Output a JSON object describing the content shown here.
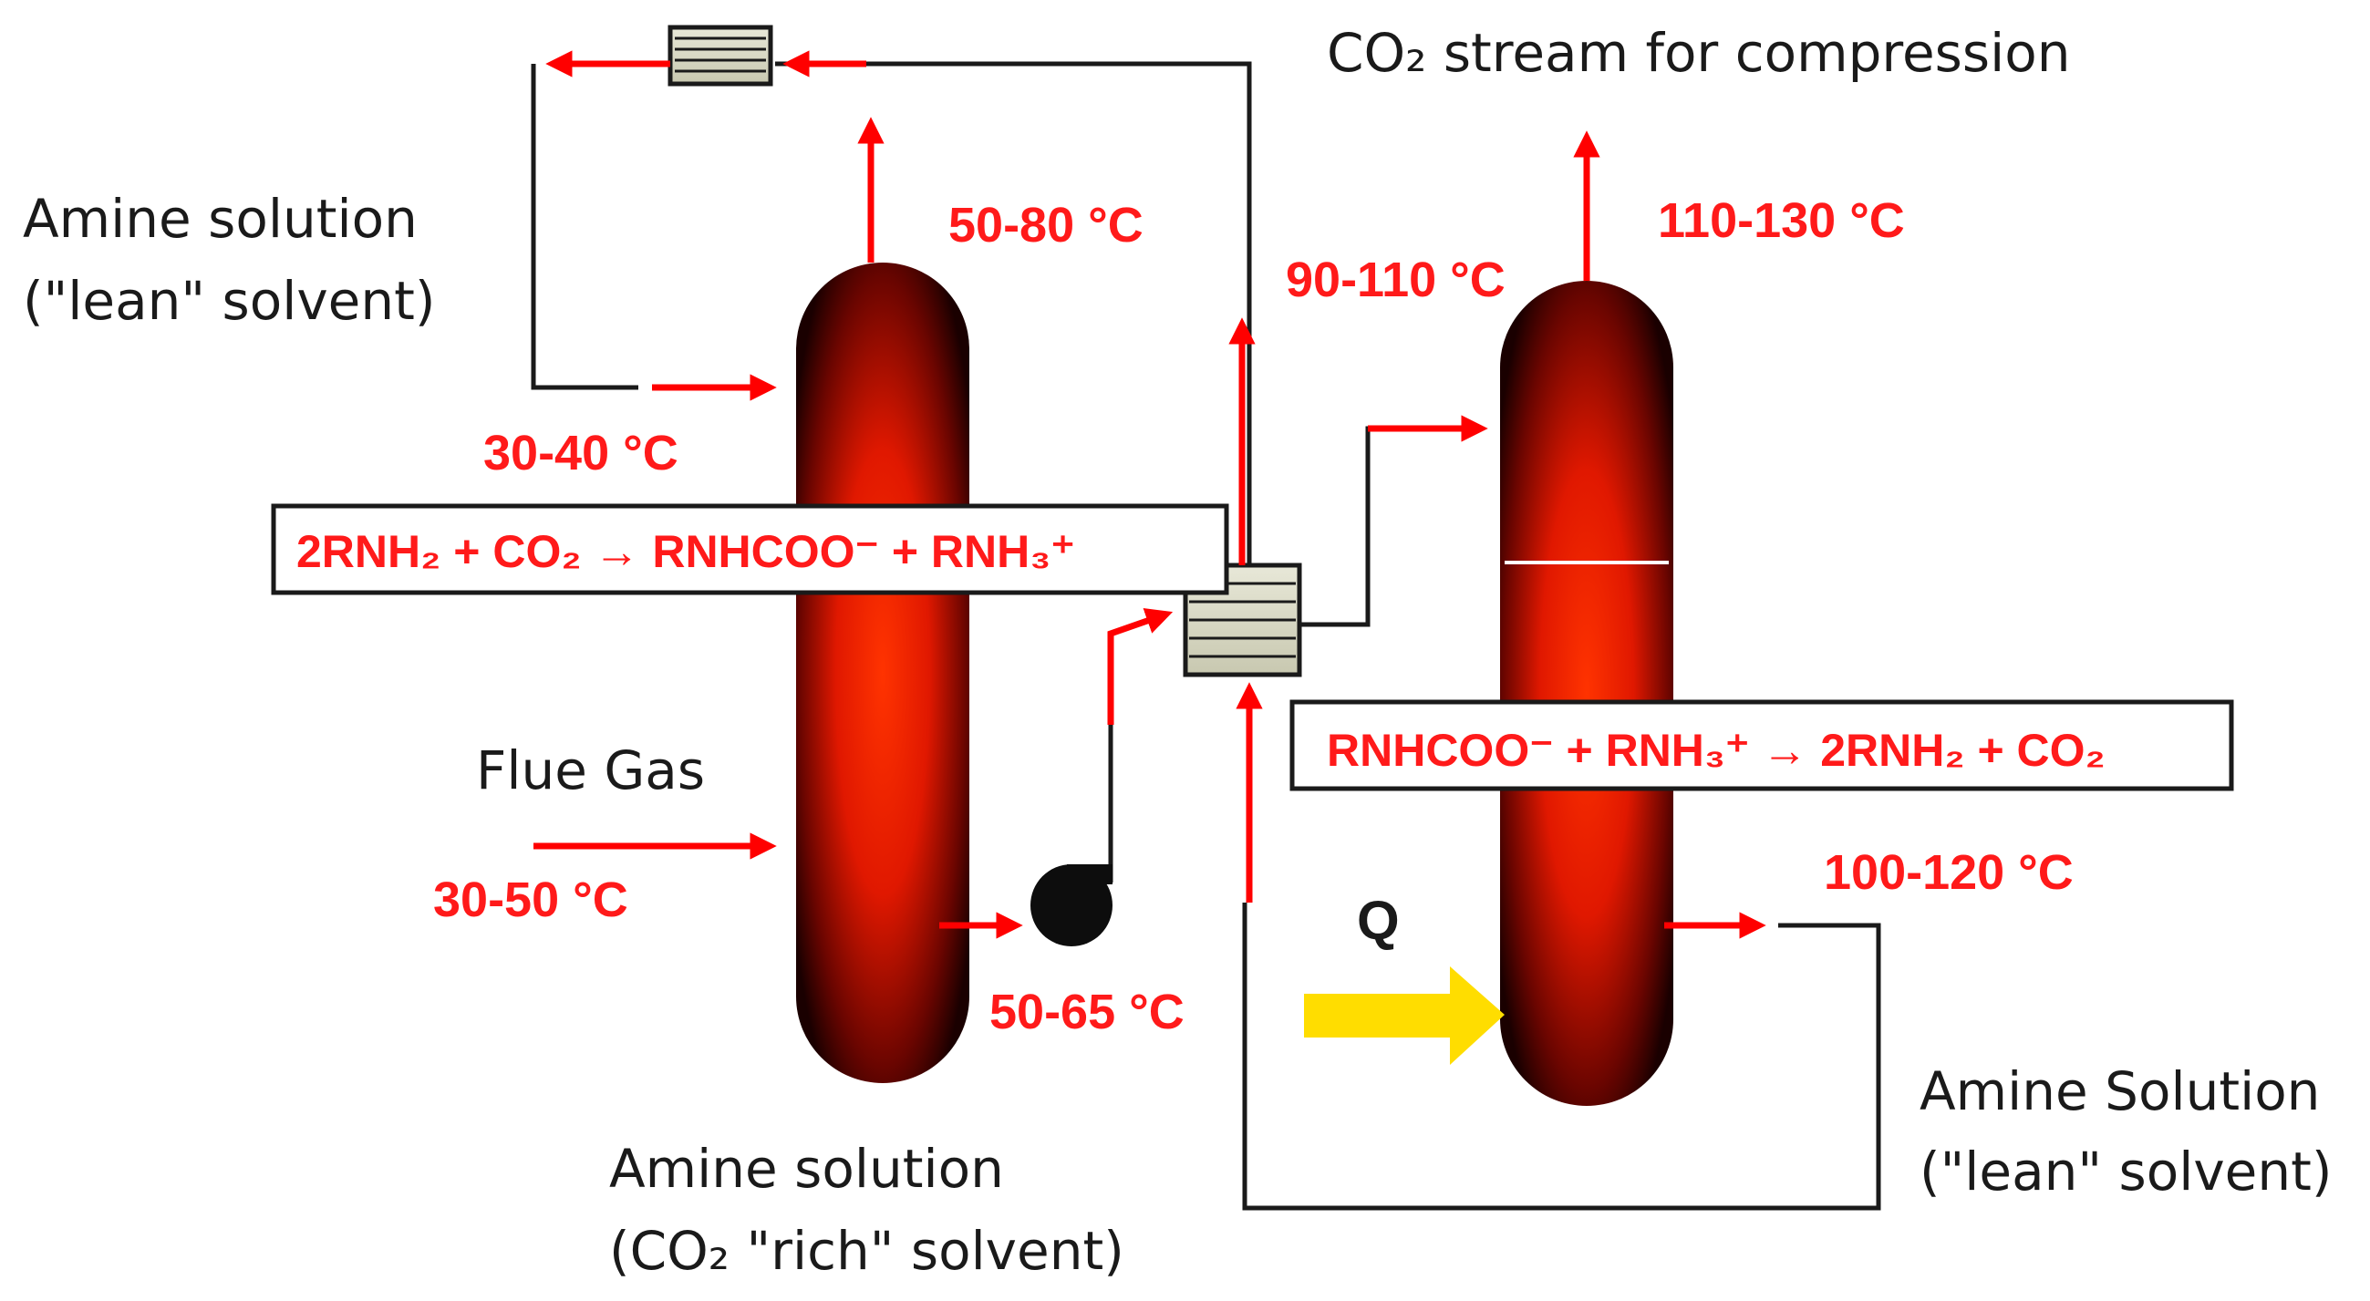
{
  "labels": {
    "co2_stream": "CO₂ stream for compression",
    "lean_top_line1": "Amine solution",
    "lean_top_line2": "(\"lean\" solvent)",
    "flue_gas": "Flue Gas",
    "rich_line1": "Amine solution",
    "rich_line2": "(CO₂ \"rich\" solvent)",
    "lean_bottom_line1": "Amine Solution",
    "lean_bottom_line2": "(\"lean\" solvent)",
    "heat": "Q"
  },
  "temperatures": {
    "absorber_top": "50-80 °C",
    "stripper_feed": "90-110 °C",
    "stripper_top": "110-130 °C",
    "lean_inlet": "30-40 °C",
    "flue_gas_inlet": "30-50 °C",
    "rich_outlet": "50-65 °C",
    "stripper_bottom": "100-120 °C"
  },
  "equations": {
    "absorption": "2RNH₂ + CO₂ → RNHCOO⁻ + RNH₃⁺",
    "desorption": "RNHCOO⁻ + RNH₃⁺ → 2RNH₂ + CO₂"
  },
  "colors": {
    "stream_arrow": "#ff0000",
    "column_core": "#ff2a00",
    "column_edge": "#1a0000",
    "heat_arrow": "#ffdd00",
    "pipe": "#1a1a1a"
  }
}
